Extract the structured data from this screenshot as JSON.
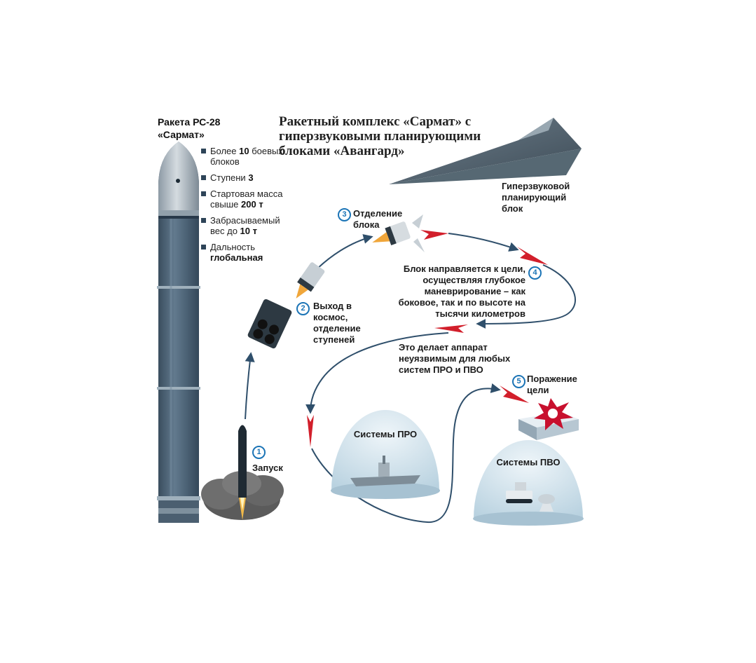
{
  "title": "Ракетный комплекс «Сармат» с гиперзвуковыми планирующими блоками «Авангард»",
  "rocket": {
    "name_line1": "Ракета РС-28",
    "name_line2": "«Сармат»"
  },
  "specs": [
    {
      "pre": "Более ",
      "bold": "10",
      "post": " боевых блоков"
    },
    {
      "pre": "Ступени ",
      "bold": "3",
      "post": ""
    },
    {
      "pre": "Стартовая масса свыше ",
      "bold": "200 т",
      "post": ""
    },
    {
      "pre": "Забрасываемый вес до ",
      "bold": "10 т",
      "post": ""
    },
    {
      "pre": "Дальность ",
      "bold": "глобальная",
      "post": ""
    }
  ],
  "glider_label": "Гиперзвуковой планирующий блок",
  "steps": [
    {
      "num": "1",
      "text": "Запуск"
    },
    {
      "num": "2",
      "text": "Выход в космос, отделение ступеней"
    },
    {
      "num": "3",
      "text": "Отделение блока"
    },
    {
      "num": "4",
      "text": "Блок направляется к цели, осуществляя глубокое маневрирование – как боковое, так и по высоте на тысячи километров"
    },
    {
      "num": "5",
      "text": "Поражение цели"
    }
  ],
  "note": "Это делает аппарат неуязвимым для любых систем ПРО и ПВО",
  "domes": {
    "pro": "Системы ПРО",
    "pvo": "Системы ПВО"
  },
  "colors": {
    "rocket_body": "#4e6273",
    "rocket_nose": "#a9b4bd",
    "trajectory": "#2f4f6b",
    "warhead_red": "#d21f2b",
    "step_blue": "#1b74b6",
    "dome": "#d2e4ee"
  }
}
